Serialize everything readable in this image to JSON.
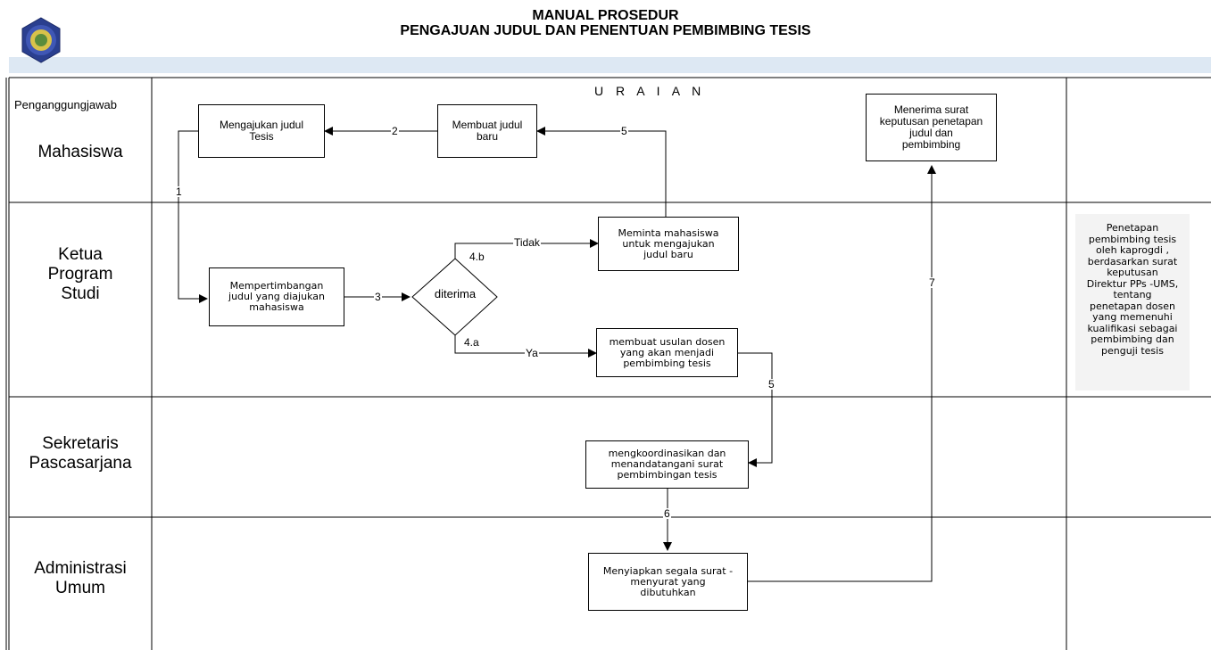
{
  "header": {
    "title_line1": "MANUAL PROSEDUR",
    "title_line2": "PENGAJUAN  JUDUL DAN PENENTUAN PEMBIMBING TESIS"
  },
  "columns": {
    "uraian": "U R A I A N"
  },
  "roles": {
    "label": "Penganggungjawab",
    "mahasiswa": "Mahasiswa",
    "kaprodi": "Ketua\nProgram\nStudi",
    "sekretaris": "Sekretaris\nPascasarjana",
    "administrasi": "Administrasi\nUmum"
  },
  "boxes": {
    "mengajukan": "Mengajukan judul\nTesis",
    "membuat_baru": "Membuat judul\nbaru",
    "menerima": "Menerima surat\nkeputusan penetapan\njudul dan\npembimbing",
    "meminta": "Meminta mahasiswa\nuntuk mengajukan\njudul baru",
    "mempertimbangan": "Mempertimbangan\njudul yang diajukan\nmahasiswa",
    "diterima": "diterima",
    "usulan": "membuat usulan dosen\nyang akan menjadi\npembimbing tesis",
    "koordinasi": "mengkoordinasikan dan\nmenandatangani surat\npembimbingan tesis",
    "menyiapkan": "Menyiapkan segala surat  -\nmenyurat yang\ndibutuhkan"
  },
  "labels": {
    "l1": "1",
    "l2": "2",
    "l3": "3",
    "l4b": "4.b",
    "l4a": "4.a",
    "tidak": "Tidak",
    "ya": "Ya",
    "l5a": "5",
    "l5b": "5",
    "l6": "6",
    "l7": "7"
  },
  "note": "Penetapan\npembimbing tesis\noleh kaprogdi ,\nberdasarkan surat\nkeputusan\nDirektur PPs -UMS,\ntentang\npenetapan dosen\nyang memenuhi\nkualifikasi sebagai\npembimbing dan\npenguji tesis"
}
